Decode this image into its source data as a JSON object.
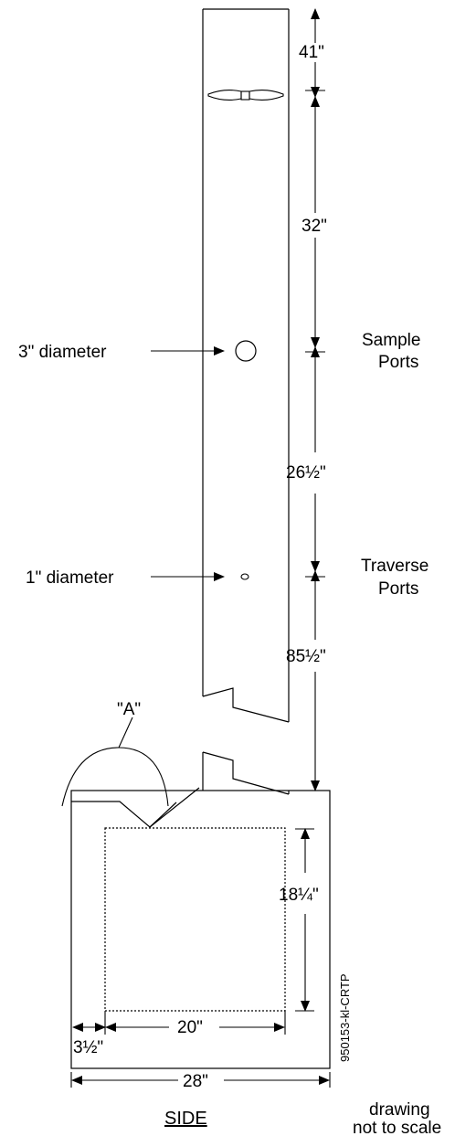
{
  "dimensions": {
    "top_to_damper": "41\"",
    "damper_to_sample": "32\"",
    "sample_to_traverse": "26½\"",
    "traverse_to_box": "85½\"",
    "window_height": "18¼\"",
    "window_offset": "3½\"",
    "window_width": "20\"",
    "box_width": "28\""
  },
  "labels": {
    "sample_ports": [
      "Sample",
      "Ports"
    ],
    "traverse_ports": [
      "Traverse",
      "Ports"
    ],
    "three_inch_diameter": "3\" diameter",
    "one_inch_diameter": "1\" diameter",
    "detail_a": "\"A\"",
    "drawing_number": "950153-kl-CRTP",
    "view_title": "SIDE",
    "note": [
      "drawing",
      "not to scale"
    ]
  }
}
